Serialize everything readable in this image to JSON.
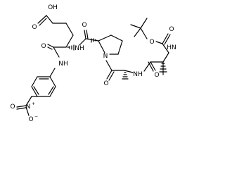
{
  "structure": {
    "atom_labels": {
      "acid_oh": "OH",
      "acid_o": "O",
      "glu_co_o": "O",
      "anilide_nh": "NH",
      "glu_nh": "NH",
      "pro_co_o": "O",
      "pro_n": "N",
      "ala1_co_o": "O",
      "ala1_nh": "NH",
      "ala2_co_o": "O",
      "boc_nh": "HN",
      "boc_co_o": "O",
      "boc_ester_o": "O",
      "nitro_n": "N",
      "nitro_o_top": "O",
      "nitro_o_bottom": "O"
    },
    "charges": {
      "nitro_n_plus": "+",
      "nitro_o_minus": "−"
    }
  }
}
